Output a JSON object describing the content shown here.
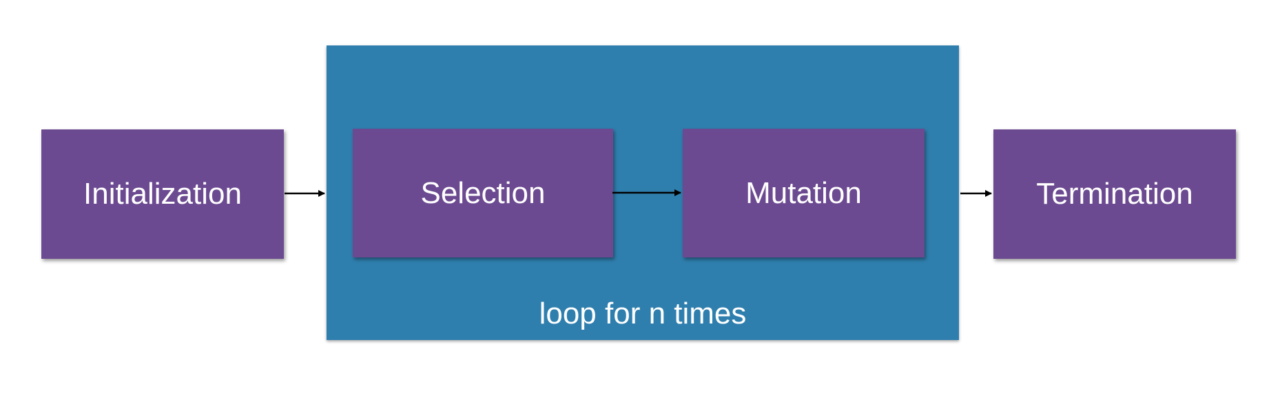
{
  "diagram": {
    "loop": {
      "label": "loop for n times",
      "color": "#2f7fae"
    },
    "nodes": [
      {
        "id": "initialization",
        "label": "Initialization"
      },
      {
        "id": "selection",
        "label": "Selection"
      },
      {
        "id": "mutation",
        "label": "Mutation"
      },
      {
        "id": "termination",
        "label": "Termination"
      }
    ],
    "edges": [
      {
        "from": "initialization",
        "to": "loop"
      },
      {
        "from": "selection",
        "to": "mutation"
      },
      {
        "from": "loop",
        "to": "termination"
      }
    ],
    "node_color": "#6c4a91",
    "text_color": "#ffffff"
  }
}
